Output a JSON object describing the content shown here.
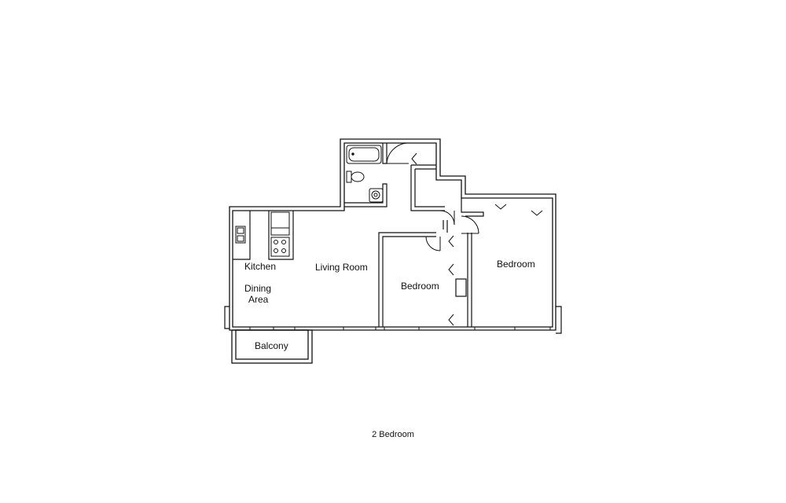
{
  "plan": {
    "caption": "2 Bedroom",
    "rooms": {
      "kitchen": "Kitchen",
      "living_room": "Living Room",
      "dining_line1": "Dining",
      "dining_line2": "Area",
      "balcony": "Balcony",
      "bedroom_middle": "Bedroom",
      "bedroom_right": "Bedroom"
    }
  }
}
